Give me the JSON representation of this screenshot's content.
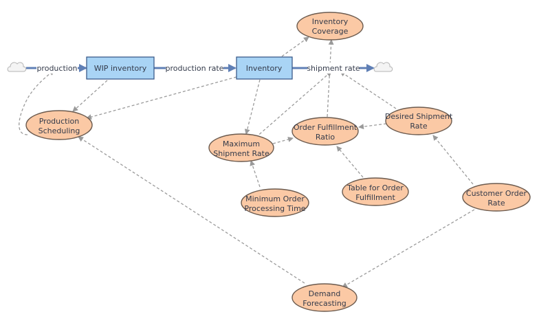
{
  "diagram": {
    "stocks": [
      {
        "id": "wip",
        "label": "WIP inventory"
      },
      {
        "id": "inventory",
        "label": "Inventory"
      }
    ],
    "flows": [
      {
        "id": "production",
        "label": "production"
      },
      {
        "id": "production_rate",
        "label": "production rate"
      },
      {
        "id": "shipment_rate",
        "label": "shipment rate"
      }
    ],
    "variables": [
      {
        "id": "inventory_coverage",
        "lines": [
          "Inventory",
          "Coverage"
        ]
      },
      {
        "id": "production_scheduling",
        "lines": [
          "Production",
          "Scheduling"
        ]
      },
      {
        "id": "order_fulfillment_ratio",
        "lines": [
          "Order Fulfillment",
          "Ratio"
        ]
      },
      {
        "id": "desired_shipment_rate",
        "lines": [
          "Desired Shipment",
          "Rate"
        ]
      },
      {
        "id": "maximum_shipment_rate",
        "lines": [
          "Maximum",
          "Shipment Rate"
        ]
      },
      {
        "id": "minimum_order_processing_time",
        "lines": [
          "Minimum Order",
          "Processing Time"
        ]
      },
      {
        "id": "table_for_order_fulfillment",
        "lines": [
          "Table for Order",
          "Fulfillment"
        ]
      },
      {
        "id": "customer_order_rate",
        "lines": [
          "Customer Order",
          "Rate"
        ]
      },
      {
        "id": "demand_forecasting",
        "lines": [
          "Demand",
          "Forecasting"
        ]
      }
    ],
    "colors": {
      "stock_fill": "#a9d4f5",
      "variable_fill": "#fbc9a5",
      "flow": "#5f7fb5",
      "link": "#9a9a9a"
    }
  }
}
